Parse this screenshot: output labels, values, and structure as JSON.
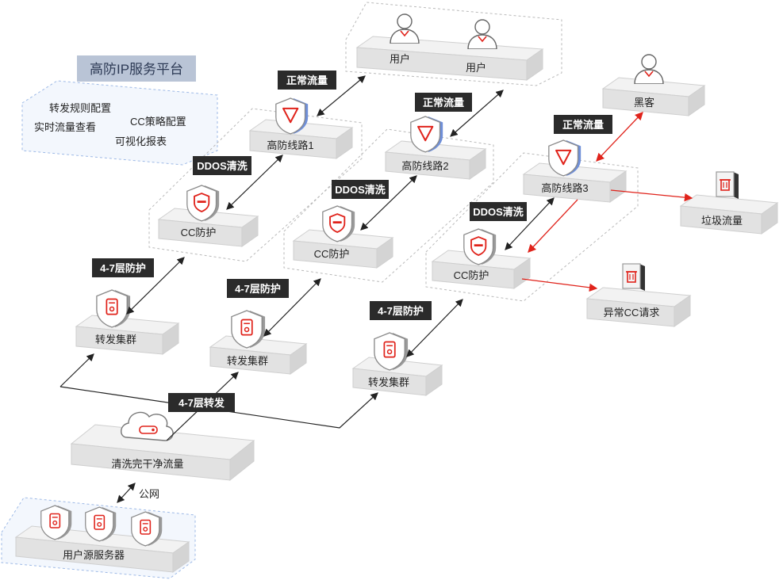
{
  "platform": {
    "title": "高防IP服务平台",
    "items": [
      "转发规则配置",
      "CC策略配置",
      "实时流量查看",
      "可视化报表"
    ]
  },
  "users": {
    "user1": "用户",
    "user2": "用户"
  },
  "hacker": "黑客",
  "lines": {
    "line1": "高防线路1",
    "line2": "高防线路2",
    "line3": "高防线路3"
  },
  "cc": {
    "cc1": "CC防护",
    "cc2": "CC防护",
    "cc3": "CC防护"
  },
  "forward": {
    "f1": "转发集群",
    "f2": "转发集群",
    "f3": "转发集群"
  },
  "garbage": "垃圾流量",
  "abnormal": "异常CC请求",
  "clean": "清洗完干净流量",
  "origin": "用户源服务器",
  "tags": {
    "normal1": "正常流量",
    "normal2": "正常流量",
    "normal3": "正常流量",
    "ddos1": "DDOS清洗",
    "ddos2": "DDOS清洗",
    "ddos3": "DDOS清洗",
    "l47a": "4-7层防护",
    "l47b": "4-7层防护",
    "l47c": "4-7层防护",
    "fwd": "4-7层转发"
  },
  "public_net": "公网",
  "colors": {
    "accent_red": "#e0231b",
    "tag_bg": "#2b2b2b",
    "shield_blue": "#6f8fd8"
  }
}
